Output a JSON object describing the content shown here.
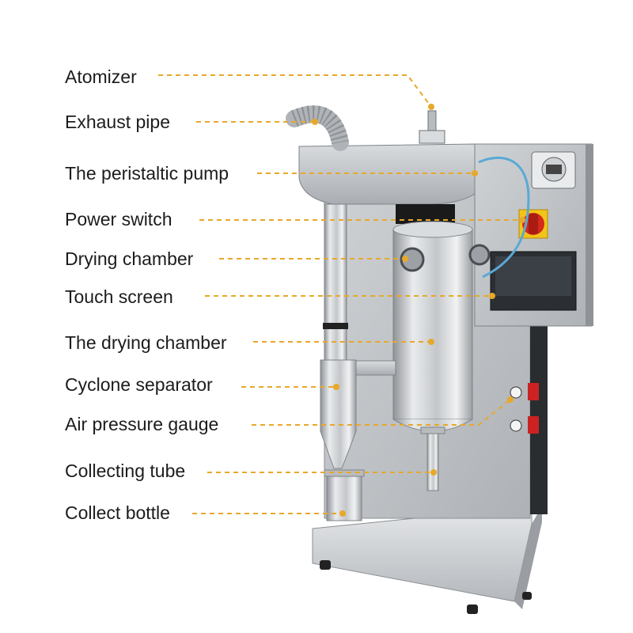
{
  "labels": [
    "Atomizer",
    "Exhaust pipe",
    "The peristaltic pump",
    "Power switch",
    "Drying chamber",
    "Touch screen",
    "The drying chamber",
    "Cyclone separator",
    "Air pressure gauge",
    "Collecting tube",
    "Collect bottle"
  ],
  "colors": {
    "leader_line": "#e8a82a",
    "label_text": "#1c1c1c",
    "steel_light": "#e4e6e8",
    "steel_mid": "#b9bcbf",
    "steel_dark": "#8b8f93",
    "power_switch_red": "#d42a1c",
    "power_switch_yellow": "#f2c418",
    "screen_dark": "#2b2f33",
    "tubing_blue": "#5aa9d6"
  },
  "icons": [
    "atomizer-nozzle",
    "peristaltic-pump-head",
    "power-switch",
    "pressure-gauge",
    "caster-wheel"
  ]
}
